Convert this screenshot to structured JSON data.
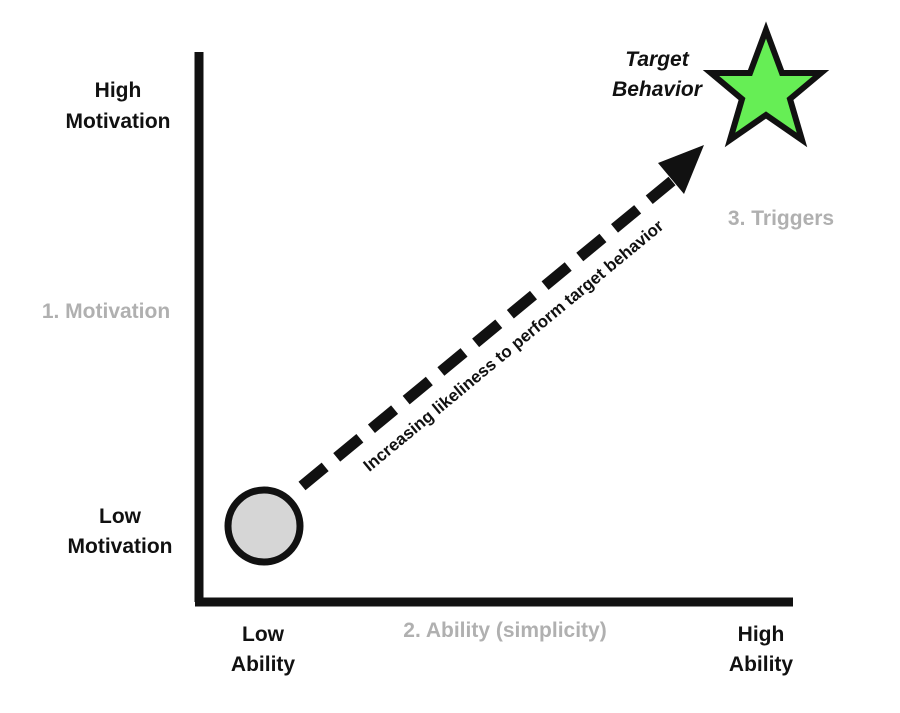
{
  "y_axis": {
    "high_line1": "High",
    "high_line2": "Motivation",
    "factor_label": "1. Motivation",
    "low_line1": "Low",
    "low_line2": "Motivation"
  },
  "x_axis": {
    "low_line1": "Low",
    "low_line2": "Ability",
    "factor_label": "2. Ability (simplicity)",
    "high_line1": "High",
    "high_line2": "Ability"
  },
  "target": {
    "line1": "Target",
    "line2": "Behavior",
    "star_color": "#66ee55"
  },
  "triggers_label": "3. Triggers",
  "arrow_label": "Increasing likeliness to perform target behavior",
  "start_marker_color": "#d6d6d6",
  "colors": {
    "axis": "#111111",
    "factor_text": "#b0b0b0"
  }
}
